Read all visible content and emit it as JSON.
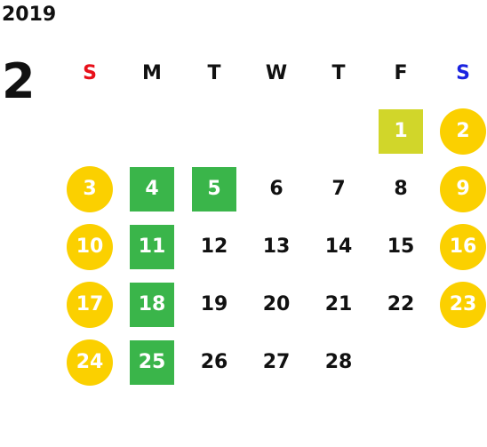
{
  "calendar": {
    "year": "2019",
    "month": "2",
    "weekdays": [
      "S",
      "M",
      "T",
      "W",
      "T",
      "F",
      "S"
    ],
    "days": [
      {
        "n": "1",
        "mark": "lime"
      },
      {
        "n": "2",
        "mark": "circle"
      },
      {
        "n": "3",
        "mark": "circle"
      },
      {
        "n": "4",
        "mark": "square"
      },
      {
        "n": "5",
        "mark": "square"
      },
      {
        "n": "6",
        "mark": "none"
      },
      {
        "n": "7",
        "mark": "none"
      },
      {
        "n": "8",
        "mark": "none"
      },
      {
        "n": "9",
        "mark": "circle"
      },
      {
        "n": "10",
        "mark": "circle"
      },
      {
        "n": "11",
        "mark": "square"
      },
      {
        "n": "12",
        "mark": "none"
      },
      {
        "n": "13",
        "mark": "none"
      },
      {
        "n": "14",
        "mark": "none"
      },
      {
        "n": "15",
        "mark": "none"
      },
      {
        "n": "16",
        "mark": "circle"
      },
      {
        "n": "17",
        "mark": "circle"
      },
      {
        "n": "18",
        "mark": "square"
      },
      {
        "n": "19",
        "mark": "none"
      },
      {
        "n": "20",
        "mark": "none"
      },
      {
        "n": "21",
        "mark": "none"
      },
      {
        "n": "22",
        "mark": "none"
      },
      {
        "n": "23",
        "mark": "circle"
      },
      {
        "n": "24",
        "mark": "circle"
      },
      {
        "n": "25",
        "mark": "square"
      },
      {
        "n": "26",
        "mark": "none"
      },
      {
        "n": "27",
        "mark": "none"
      },
      {
        "n": "28",
        "mark": "none"
      }
    ]
  },
  "colors": {
    "sunday": "#e8101a",
    "saturday": "#1a23e0",
    "holiday_circle": "#fbd000",
    "marked_square": "#3ab54a",
    "first_day_square": "#d1d62a"
  }
}
